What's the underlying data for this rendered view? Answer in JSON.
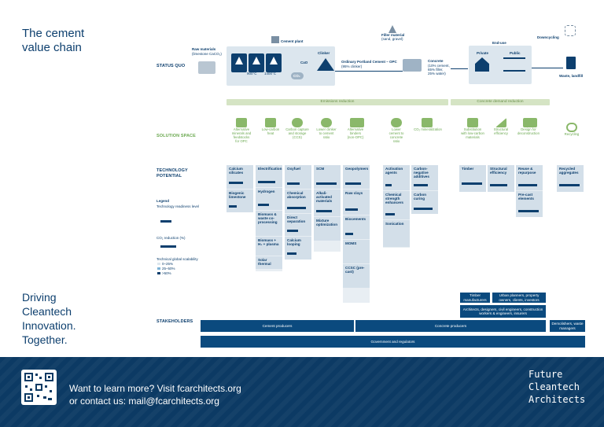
{
  "title": {
    "line1": "The cement",
    "line2": "value chain"
  },
  "driving": {
    "line1": "Driving",
    "line2": "Cleantech",
    "line3": "Innovation.",
    "line4": "Together."
  },
  "rows": {
    "status_quo": "STATUS QUO",
    "solution_space": "SOLUTION SPACE",
    "technology_potential_1": "TECHNOLOGY",
    "technology_potential_2": "POTENTIAL",
    "stakeholders": "STAKEHOLDERS"
  },
  "status_quo": {
    "raw_materials": "Raw materials",
    "raw_materials_sub": "(limestone CaCO₃)",
    "cement_plant": "Cement plant",
    "temp1": "900°C",
    "temp2": "1400°C",
    "co2": "CaO",
    "co2_icon": "CO₂",
    "clinker": "Clinker",
    "opc_title": "Ordinary Portland Cement – OPC",
    "opc_sub": "(95% clinker)",
    "filler": "Filler material",
    "filler_sub": "(sand, gravel)",
    "concrete": "Concrete",
    "concrete_sub1": "(10% cement,",
    "concrete_sub2": "65% filler,",
    "concrete_sub3": "25% water)",
    "end_use": "End-use",
    "private": "Private",
    "public": "Public",
    "downcycling": "Downcycling",
    "waste": "Waste, landfill"
  },
  "bars": {
    "emissions": "Emissions reduction",
    "concrete_demand": "Concrete demand reduction"
  },
  "solutions": [
    {
      "l1": "Alternative",
      "l2": "minerals and",
      "l3": "feedstocks",
      "l4": "for OPC"
    },
    {
      "l1": "Low-carbon",
      "l2": "heat",
      "l3": "",
      "l4": ""
    },
    {
      "l1": "Carbon capture",
      "l2": "and storage",
      "l3": "(CCS)",
      "l4": ""
    },
    {
      "l1": "Lower clinker",
      "l2": "to cement",
      "l3": "ratio",
      "l4": ""
    },
    {
      "l1": "Alternative",
      "l2": "binders",
      "l3": "(non-OPC)",
      "l4": ""
    },
    {
      "l1": "Lower",
      "l2": "cement to",
      "l3": "concrete",
      "l4": "ratio"
    },
    {
      "l1": "CO₂ mineralization",
      "l2": "",
      "l3": "",
      "l4": ""
    },
    {
      "l1": "Substitution",
      "l2": "with low-carbon",
      "l3": "materials",
      "l4": ""
    },
    {
      "l1": "Structural",
      "l2": "efficiency",
      "l3": "",
      "l4": ""
    },
    {
      "l1": "Design for",
      "l2": "deconstruction",
      "l3": "",
      "l4": ""
    },
    {
      "l1": "Recycling",
      "l2": "",
      "l3": "",
      "l4": ""
    }
  ],
  "tech": {
    "col1": [
      "Calcium silicates",
      "Biogenic limestone"
    ],
    "col2": [
      "Electrification",
      "Hydrogen",
      "Biomass & waste co-processing",
      "Biomass + H₂ + plasma",
      "Solar thermal"
    ],
    "col3": [
      "Oxyfuel",
      "Chemical absorption",
      "Direct separation",
      "Calcium looping"
    ],
    "col4": [
      "SCM",
      "Alkali-activated materials",
      "Mixture optimization"
    ],
    "col5": [
      "Geopolymers",
      "Raw clays",
      "Biocements",
      "MOMS",
      "CCSC (pre-cast)"
    ],
    "col6": [
      "Activation agents",
      "Chemical strength enhancers",
      "Sonication"
    ],
    "col7": [
      "Carbon-negative additives",
      "Carbon curing"
    ],
    "col8": [
      "Timber"
    ],
    "col9": [
      "Structural efficiency"
    ],
    "col10": [
      "Reuse & repurpose",
      "Pre-cast elements"
    ],
    "col11": [
      "Recycled aggregates"
    ]
  },
  "legend": {
    "title": "Legend",
    "trl": "Technology readiness level",
    "co2": "CO₂ reduction (%)",
    "scal": "Technical global scalability",
    "s1": "0–25%",
    "s2": "25–50%",
    "s3": ">50%"
  },
  "stakeholders": {
    "timber": "Timber manufacturers",
    "urban": "Urban planners, property owners, clients, investors",
    "architects": "Architects, designers, civil engineers, construction workers & engineers, insurers",
    "cement": "Cement producers",
    "concrete": "Concrete producers",
    "demolishers": "Demolishers, waste managers",
    "government": "Government and regulators"
  },
  "footer": {
    "line1": "Want to learn more? Visit fcarchitects.org",
    "line2": "or contact us: mail@fcarchitects.org",
    "brand1": "Future",
    "brand2": "Cleantech",
    "brand3": "Architects"
  },
  "colors": {
    "navy": "#0b4a7e",
    "green": "#6aa84f",
    "light_blue": "#dce6ee",
    "footer": "#0c3a64"
  }
}
